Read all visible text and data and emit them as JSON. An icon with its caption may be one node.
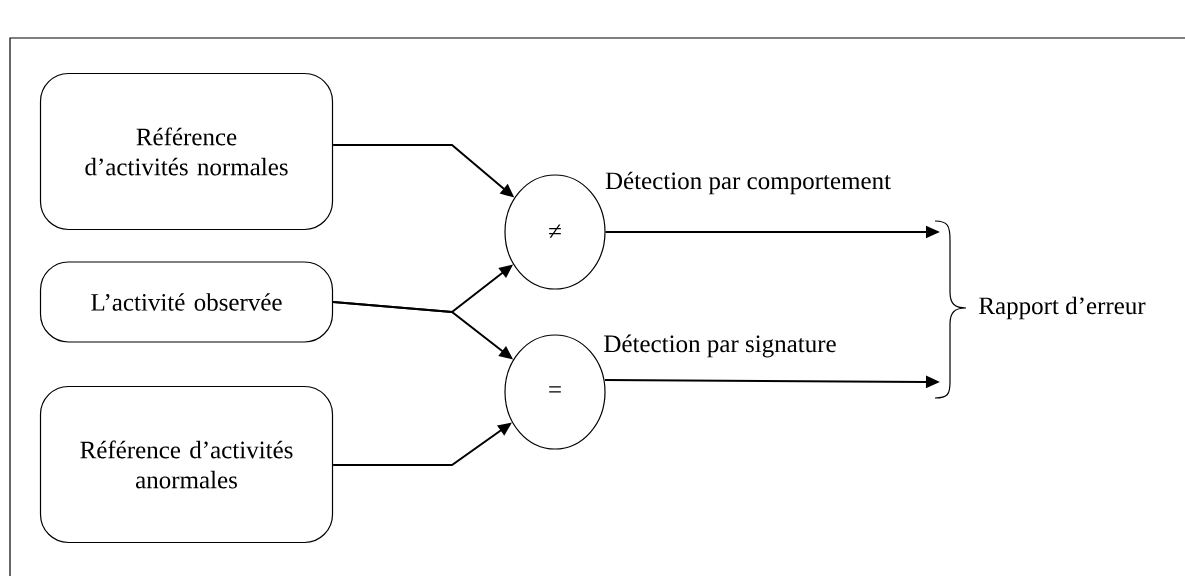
{
  "diagram": {
    "nodes": [
      {
        "text": [
          "Référence d’activités normales"
        ]
      },
      {
        "text": [
          "L’activité observée"
        ]
      },
      {
        "text": [
          "Référence d’activités anormales"
        ]
      },
      {
        "text": [
          "≠"
        ]
      },
      {
        "text": [
          "="
        ]
      },
      {
        "text": [
          "Rapport d’erreur"
        ]
      }
    ],
    "edges": [
      {
        "from": 0,
        "to": 3,
        "arrow": "to"
      },
      {
        "from": 1,
        "to": 3,
        "arrow": "to"
      },
      {
        "from": 1,
        "to": 4,
        "arrow": "to"
      },
      {
        "from": 2,
        "to": 4,
        "arrow": "to"
      },
      {
        "from": 3,
        "to": 5,
        "arrow": "to",
        "label": "Détection par comportement"
      },
      {
        "from": 4,
        "to": 5,
        "arrow": "to",
        "label": "Détection par signature"
      }
    ]
  }
}
